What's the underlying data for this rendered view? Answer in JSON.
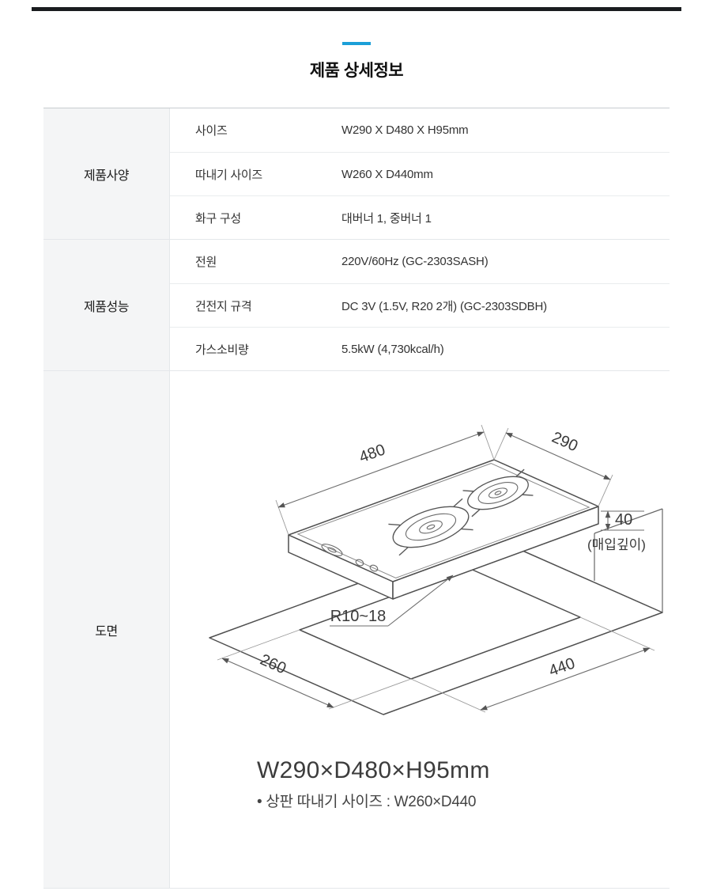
{
  "colors": {
    "accent": "#1b9fd8",
    "top_bar": "#1a1c1f"
  },
  "header": {
    "title": "제품 상세정보"
  },
  "spec_table": {
    "groups": [
      {
        "label": "제품사양",
        "rows": [
          {
            "name": "사이즈",
            "value": "W290 X D480 X H95mm"
          },
          {
            "name": "따내기 사이즈",
            "value": "W260 X D440mm"
          },
          {
            "name": "화구 구성",
            "value": "대버너 1, 중버너 1"
          }
        ]
      },
      {
        "label": "제품성능",
        "rows": [
          {
            "name": "전원",
            "value": "220V/60Hz (GC-2303SASH)"
          },
          {
            "name": "건전지 규격",
            "value": "DC 3V (1.5V, R20 2개) (GC-2303SDBH)"
          },
          {
            "name": "가스소비량",
            "value": "5.5kW (4,730kcal/h)"
          }
        ]
      }
    ]
  },
  "drawing": {
    "group_label": "도면",
    "dims": {
      "depth": "480",
      "width": "290",
      "embed": "40",
      "embed_note": "(매입깊이)",
      "radius": "R10~18",
      "cutout_width": "260",
      "cutout_depth": "440"
    },
    "size_caption": "W290×D480×H95mm",
    "cutout_caption": "• 상판 따내기 사이즈 : W260×D440"
  }
}
